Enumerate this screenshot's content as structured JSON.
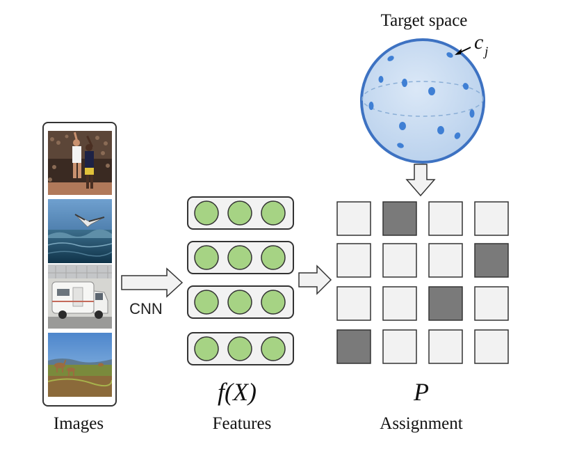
{
  "labels": {
    "images": "Images",
    "features": "Features",
    "assignment": "Assignment",
    "target_space": "Target space",
    "cnn": "CNN",
    "fx": "f(X)",
    "p": "P",
    "cj_letter": "c",
    "cj_sub": "j"
  },
  "photos": [
    {
      "name": "photo-basketball-players"
    },
    {
      "name": "photo-seabird-over-ocean"
    },
    {
      "name": "photo-camper-van"
    },
    {
      "name": "photo-antelopes-in-grassland"
    }
  ],
  "features": {
    "rows": 4,
    "circles_per_row": 3
  },
  "assignment": {
    "rows": [
      [
        false,
        true,
        false,
        false
      ],
      [
        false,
        false,
        false,
        true
      ],
      [
        false,
        false,
        true,
        false
      ],
      [
        true,
        false,
        false,
        false
      ]
    ]
  },
  "colors": {
    "circle_fill": "#a6d384",
    "cell_light": "#f2f2f2",
    "cell_dark": "#7a7a7a",
    "sphere_fill": "#c7dcf2",
    "sphere_stroke": "#3d72c2",
    "dot": "#3f7fd4",
    "arrow_fill": "#f2f2f2"
  }
}
